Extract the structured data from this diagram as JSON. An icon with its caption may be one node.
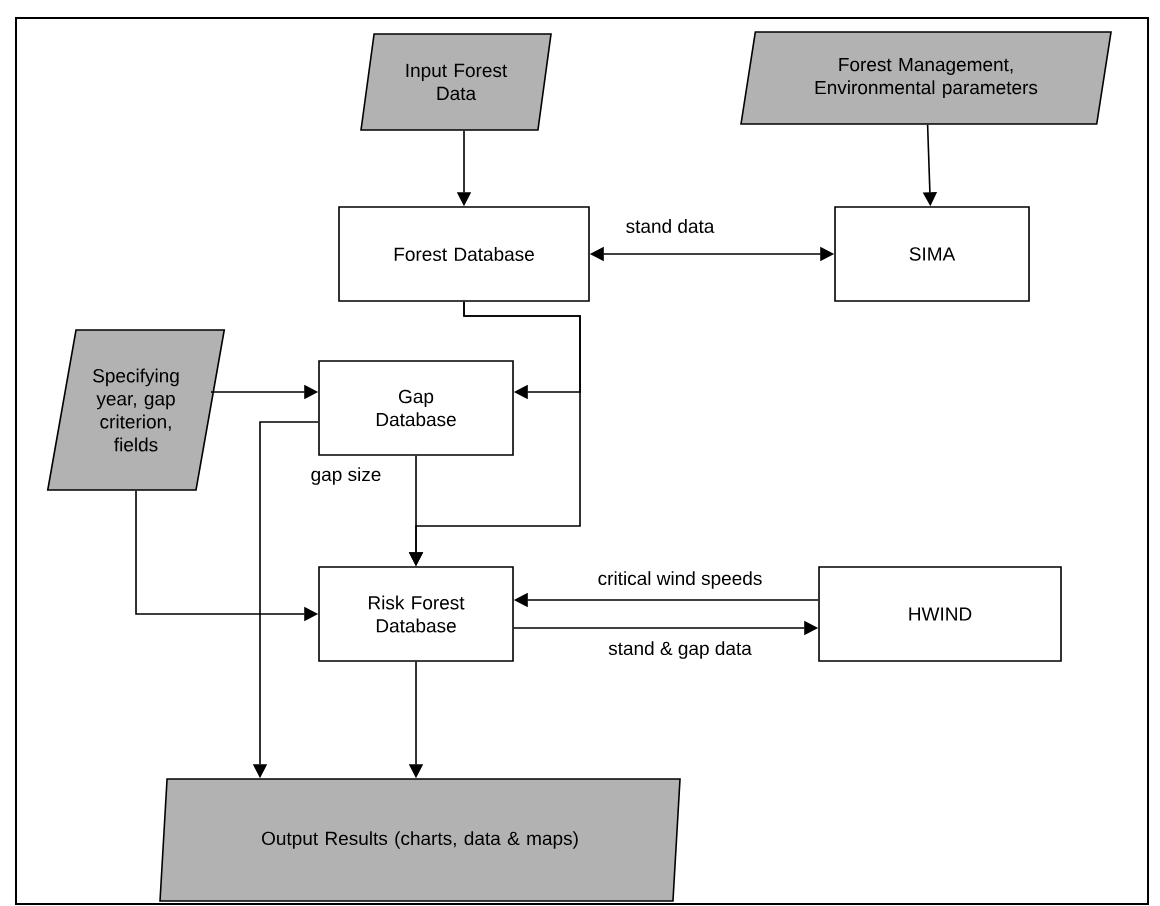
{
  "diagram": {
    "nodes": [
      {
        "text": [
          "Input Forest Data"
        ]
      },
      {
        "text": [
          "Forest Management, Environmental parameters"
        ]
      },
      {
        "text": [
          "Forest Database"
        ]
      },
      {
        "text": [
          "SIMA"
        ]
      },
      {
        "text": [
          "Specifying year, gap criterion, fields"
        ]
      },
      {
        "text": [
          "Gap Database"
        ]
      },
      {
        "text": [
          "Risk Forest Database"
        ]
      },
      {
        "text": [
          "HWIND"
        ]
      },
      {
        "text": [
          "Output Results (charts, data & maps)"
        ]
      }
    ],
    "edges": [
      {
        "from": 0,
        "to": 2,
        "arrow": "to"
      },
      {
        "from": 1,
        "to": 3,
        "arrow": "to"
      },
      {
        "from": 2,
        "to": 3,
        "arrow": "both",
        "label": "stand data"
      },
      {
        "from": 2,
        "to": 5,
        "arrow": "to"
      },
      {
        "from": 2,
        "to": 6,
        "arrow": "to"
      },
      {
        "from": 4,
        "to": 5,
        "arrow": "to"
      },
      {
        "from": 4,
        "to": 6,
        "arrow": "to"
      },
      {
        "from": 5,
        "to": 6,
        "arrow": "to",
        "label": "gap size"
      },
      {
        "from": 5,
        "to": 8,
        "arrow": "to"
      },
      {
        "from": 7,
        "to": 6,
        "arrow": "to",
        "label": "critical wind speeds"
      },
      {
        "from": 6,
        "to": 7,
        "arrow": "to",
        "label": "stand & gap data"
      },
      {
        "from": 6,
        "to": 8,
        "arrow": "to"
      }
    ]
  }
}
